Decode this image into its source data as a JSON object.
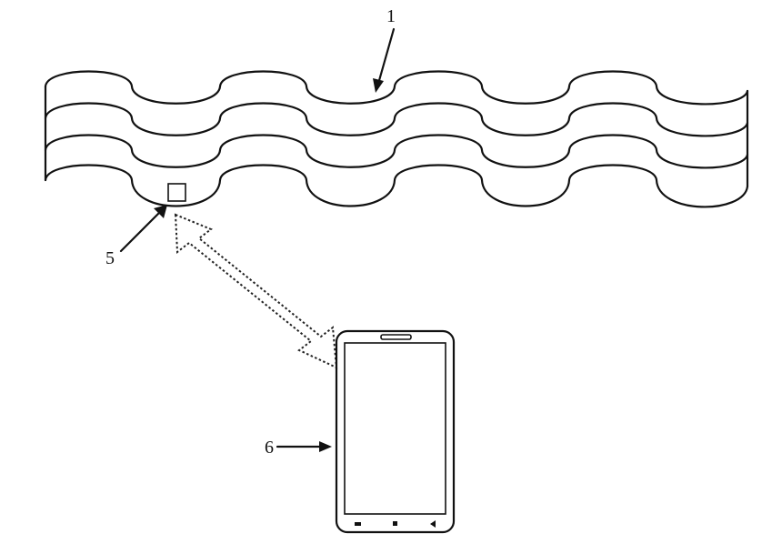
{
  "labels": {
    "fabric": "1",
    "sensor": "5",
    "phone": "6"
  },
  "colors": {
    "line": "#111111",
    "background": "#ffffff"
  },
  "icons": {
    "nav_left": "menu-icon",
    "nav_center": "home-icon",
    "nav_right": "back-icon"
  }
}
